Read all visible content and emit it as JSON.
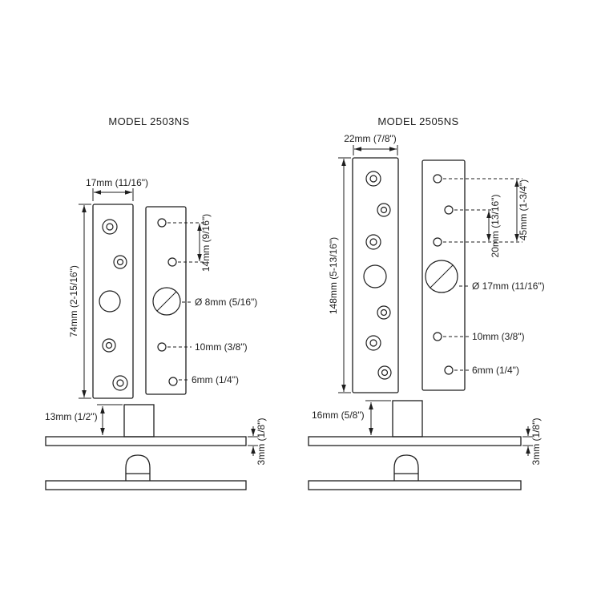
{
  "colors": {
    "line": "#1e1e1e",
    "background": "#ffffff"
  },
  "models": {
    "left": {
      "title": "MODEL 2503NS",
      "plate_width": "17mm (11/16\")",
      "plate_height": "74mm (2-15/16\")",
      "hole_spacing": "14mm (9/16\")",
      "pivot_hole_diameter": "Ø 8mm (5/16\")",
      "mid_hole_diameter": "10mm (3/8\")",
      "small_hole_diameter": "6mm (1/4\")",
      "pivot_block_height": "13mm (1/2\")",
      "plate_thickness": "3mm (1/8\")"
    },
    "right": {
      "title": "MODEL 2505NS",
      "plate_width": "22mm (7/8\")",
      "plate_height": "148mm (5-13/16\")",
      "hole_spacing_small": "20mm (13/16\")",
      "hole_spacing_large": "45mm (1-3/4\")",
      "pivot_hole_diameter": "Ø 17mm (11/16\")",
      "mid_hole_diameter": "10mm (3/8\")",
      "small_hole_diameter": "6mm (1/4\")",
      "pivot_block_height": "16mm (5/8\")",
      "plate_thickness": "3mm (1/8\")"
    }
  }
}
